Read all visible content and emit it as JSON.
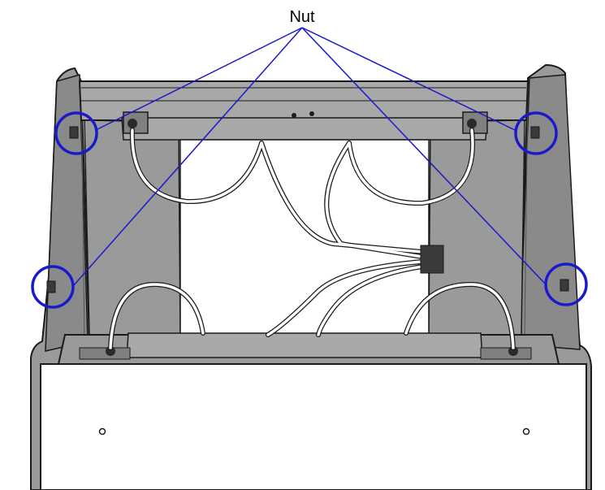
{
  "callout": {
    "label": "Nut",
    "line_color": "#1a1acc",
    "circle_color": "#1a1acc"
  },
  "colors": {
    "frame": "#9a9a9a",
    "frame_dark": "#6e6e6e",
    "outline": "#1a1a1a",
    "cable": "#ffffff",
    "panel": "#ffffff"
  },
  "parts": {
    "nuts_count": 4,
    "fixing_screws_count": 4
  }
}
